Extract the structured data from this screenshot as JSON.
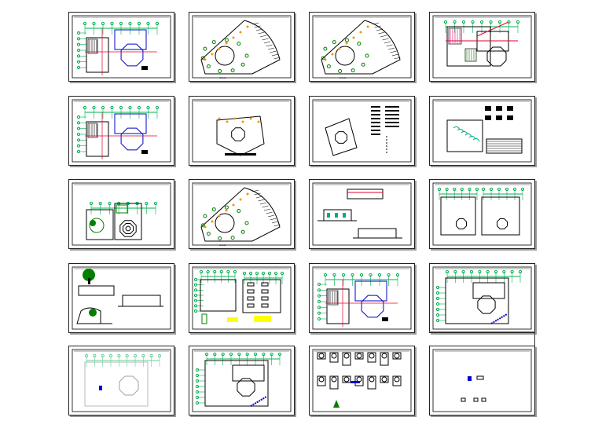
{
  "colors": {
    "line": "#000000",
    "grid": "#00b050",
    "wall": "#0000cc",
    "axis": "#e0002a",
    "tree": "#008000",
    "hatch": "#e6007e",
    "note": "#ffff00"
  },
  "sheets": [
    {
      "kind": "plan-octagon"
    },
    {
      "kind": "site-fan"
    },
    {
      "kind": "site-fan"
    },
    {
      "kind": "plan-colored"
    },
    {
      "kind": "plan-octagon"
    },
    {
      "kind": "site-small"
    },
    {
      "kind": "site-legend"
    },
    {
      "kind": "site-table"
    },
    {
      "kind": "plan-landscape"
    },
    {
      "kind": "site-fan"
    },
    {
      "kind": "elevations"
    },
    {
      "kind": "plans-double"
    },
    {
      "kind": "sections-trees"
    },
    {
      "kind": "structure"
    },
    {
      "kind": "plan-octagon"
    },
    {
      "kind": "plan-large"
    },
    {
      "kind": "plan-light"
    },
    {
      "kind": "plan-large"
    },
    {
      "kind": "details"
    },
    {
      "kind": "details-sparse"
    }
  ]
}
